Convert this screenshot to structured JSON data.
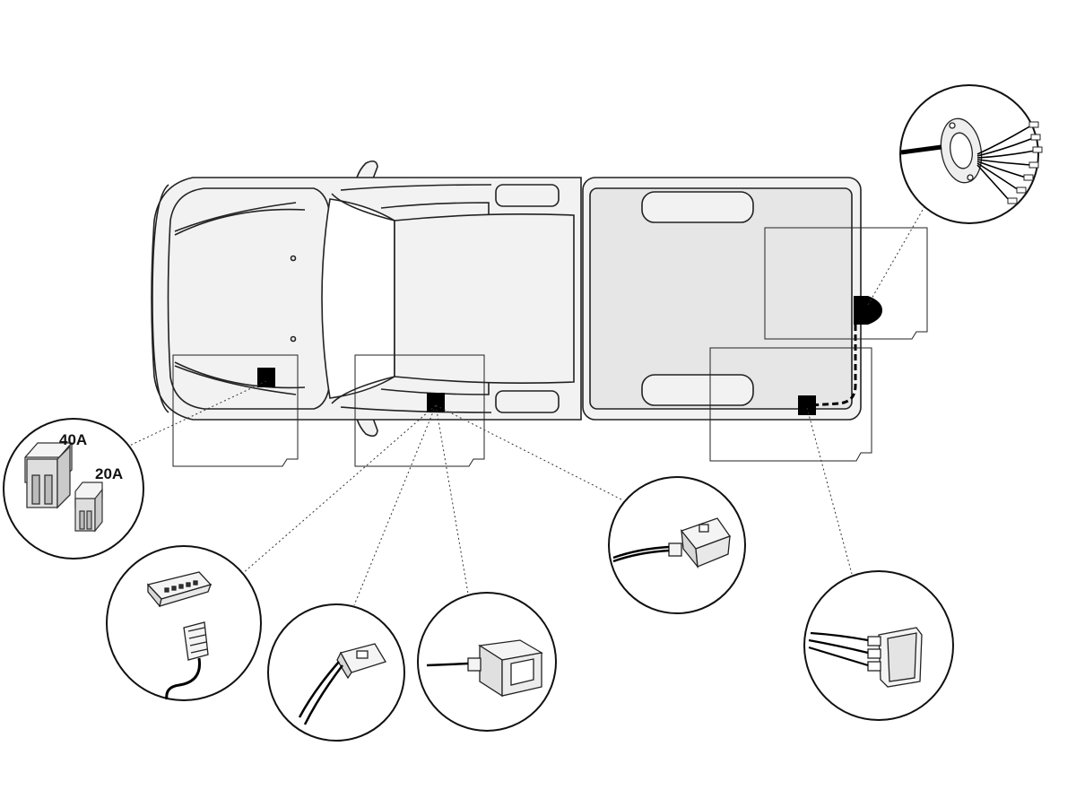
{
  "fuses": [
    {
      "rating": "40A"
    },
    {
      "rating": "20A"
    }
  ],
  "colors": {
    "line": "#222222",
    "body": "#f2f2f2",
    "bed": "#e6e6e6",
    "connector": "#ffffff",
    "marker": "#000000"
  },
  "icons": [
    "pickup-truck",
    "fuse",
    "connector",
    "trailer-socket"
  ]
}
